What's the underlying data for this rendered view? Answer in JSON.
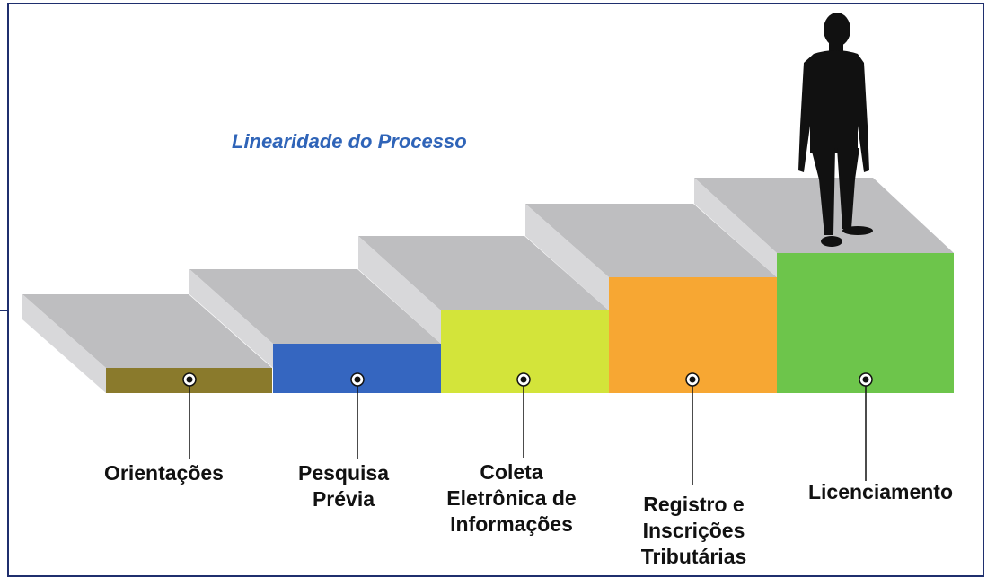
{
  "title": "Linearidade do Processo",
  "colors": {
    "title": "#2f64b8",
    "border": "#1f2f6e",
    "step_top": "#bebec0",
    "step_side": "#d6d6d8"
  },
  "steps": [
    {
      "label": "Orientações",
      "color": "#8a7a2c"
    },
    {
      "label": "Pesquisa\nPrévia",
      "color": "#3566c0"
    },
    {
      "label": "Coleta\nEletrônica de\nInformações",
      "color": "#d3e43a"
    },
    {
      "label": "Registro e\nInscrições\nTributárias",
      "color": "#f7a733"
    },
    {
      "label": "Licenciamento",
      "color": "#6dc54b"
    }
  ],
  "figure": {
    "name": "person-silhouette",
    "color": "#111111"
  }
}
